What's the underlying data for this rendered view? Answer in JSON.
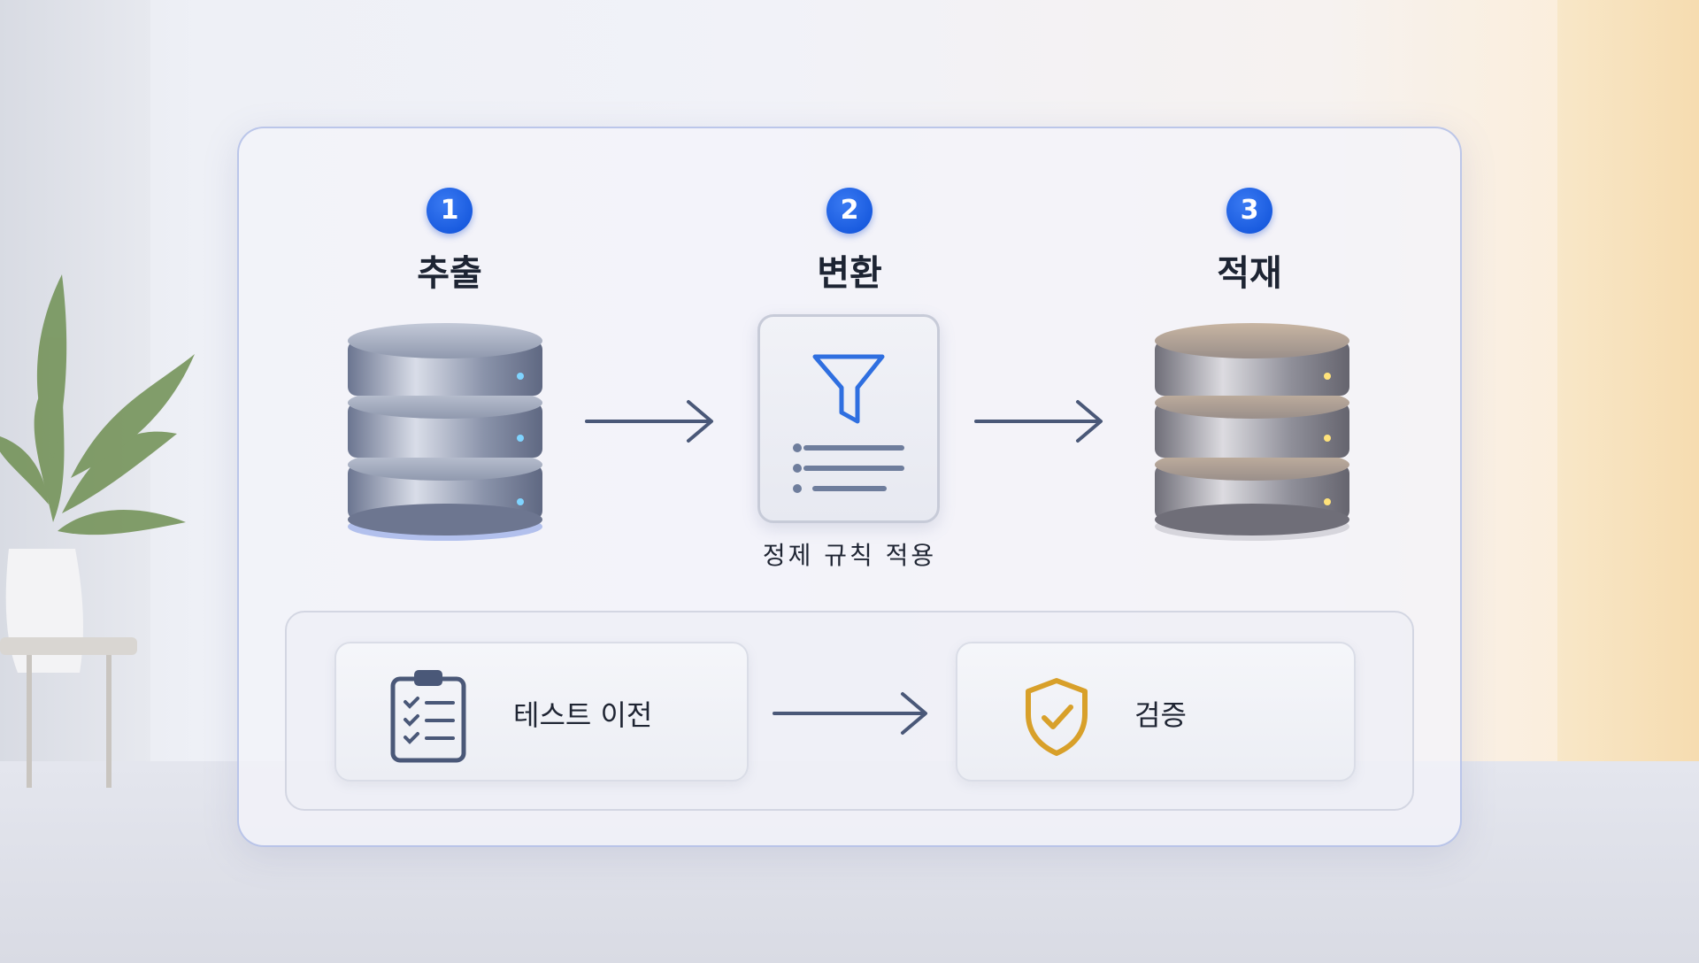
{
  "steps": [
    {
      "number": "1",
      "title": "추출"
    },
    {
      "number": "2",
      "title": "변환"
    },
    {
      "number": "3",
      "title": "적재"
    }
  ],
  "transform_caption": "정제 규칙 적용",
  "bottom": {
    "test_label": "테스트 이전",
    "verify_label": "검증"
  },
  "colors": {
    "badge": "#0c4fd8",
    "arrow": "#4a5878",
    "filter": "#2f6fe0",
    "shield": "#d8a02a"
  },
  "icons": [
    "database-icon",
    "arrow-right-icon",
    "filter-icon",
    "list-icon",
    "clipboard-checklist-icon",
    "shield-check-icon"
  ]
}
